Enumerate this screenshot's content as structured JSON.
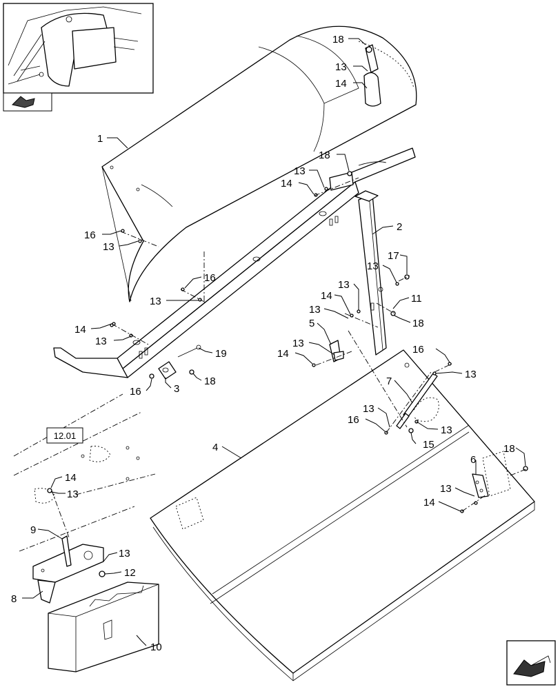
{
  "reference_label": "12.01",
  "callouts": [
    {
      "id": "c18a",
      "text": "18"
    },
    {
      "id": "c13a",
      "text": "13"
    },
    {
      "id": "c14a",
      "text": "14"
    },
    {
      "id": "c1",
      "text": "1"
    },
    {
      "id": "c18b",
      "text": "18"
    },
    {
      "id": "c13b",
      "text": "13"
    },
    {
      "id": "c14b",
      "text": "14"
    },
    {
      "id": "c2",
      "text": "2"
    },
    {
      "id": "c16a",
      "text": "16"
    },
    {
      "id": "c13c",
      "text": "13"
    },
    {
      "id": "c17",
      "text": "17"
    },
    {
      "id": "c13d",
      "text": "13"
    },
    {
      "id": "c16b",
      "text": "16"
    },
    {
      "id": "c13e",
      "text": "13"
    },
    {
      "id": "c13f",
      "text": "13"
    },
    {
      "id": "c14c",
      "text": "14"
    },
    {
      "id": "c11",
      "text": "11"
    },
    {
      "id": "c13g",
      "text": "13"
    },
    {
      "id": "c18c",
      "text": "18"
    },
    {
      "id": "c14d",
      "text": "14"
    },
    {
      "id": "c13h",
      "text": "13"
    },
    {
      "id": "c5",
      "text": "5"
    },
    {
      "id": "c13i",
      "text": "13"
    },
    {
      "id": "c19",
      "text": "19"
    },
    {
      "id": "c14e",
      "text": "14"
    },
    {
      "id": "c16c",
      "text": "16"
    },
    {
      "id": "c13j",
      "text": "13"
    },
    {
      "id": "c16d",
      "text": "16"
    },
    {
      "id": "c3",
      "text": "3"
    },
    {
      "id": "c18d",
      "text": "18"
    },
    {
      "id": "c7",
      "text": "7"
    },
    {
      "id": "c13k",
      "text": "13"
    },
    {
      "id": "c16e",
      "text": "16"
    },
    {
      "id": "c13l",
      "text": "13"
    },
    {
      "id": "c15",
      "text": "15"
    },
    {
      "id": "c4",
      "text": "4"
    },
    {
      "id": "c18e",
      "text": "18"
    },
    {
      "id": "c14f",
      "text": "14"
    },
    {
      "id": "c13m",
      "text": "13"
    },
    {
      "id": "c6",
      "text": "6"
    },
    {
      "id": "c13n",
      "text": "13"
    },
    {
      "id": "c14g",
      "text": "14"
    },
    {
      "id": "c9",
      "text": "9"
    },
    {
      "id": "c13o",
      "text": "13"
    },
    {
      "id": "c12",
      "text": "12"
    },
    {
      "id": "c8",
      "text": "8"
    },
    {
      "id": "c10",
      "text": "10"
    }
  ]
}
